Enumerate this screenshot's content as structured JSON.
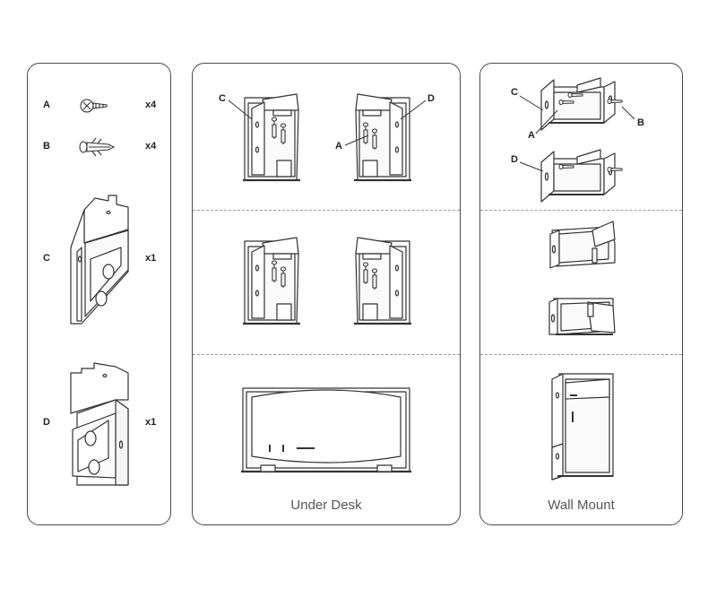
{
  "parts": [
    {
      "letter": "A",
      "qty": "x4",
      "icon": "screw-icon"
    },
    {
      "letter": "B",
      "qty": "x4",
      "icon": "wall-anchor-icon"
    },
    {
      "letter": "C",
      "qty": "x1",
      "icon": "bracket-c-icon"
    },
    {
      "letter": "D",
      "qty": "x1",
      "icon": "bracket-d-icon"
    }
  ],
  "under_desk": {
    "callout_c": "C",
    "callout_d": "D",
    "callout_a": "A",
    "caption": "Under Desk"
  },
  "wall_mount": {
    "callout_c": "C",
    "callout_a": "A",
    "callout_b": "B",
    "callout_d": "D",
    "caption": "Wall Mount"
  }
}
